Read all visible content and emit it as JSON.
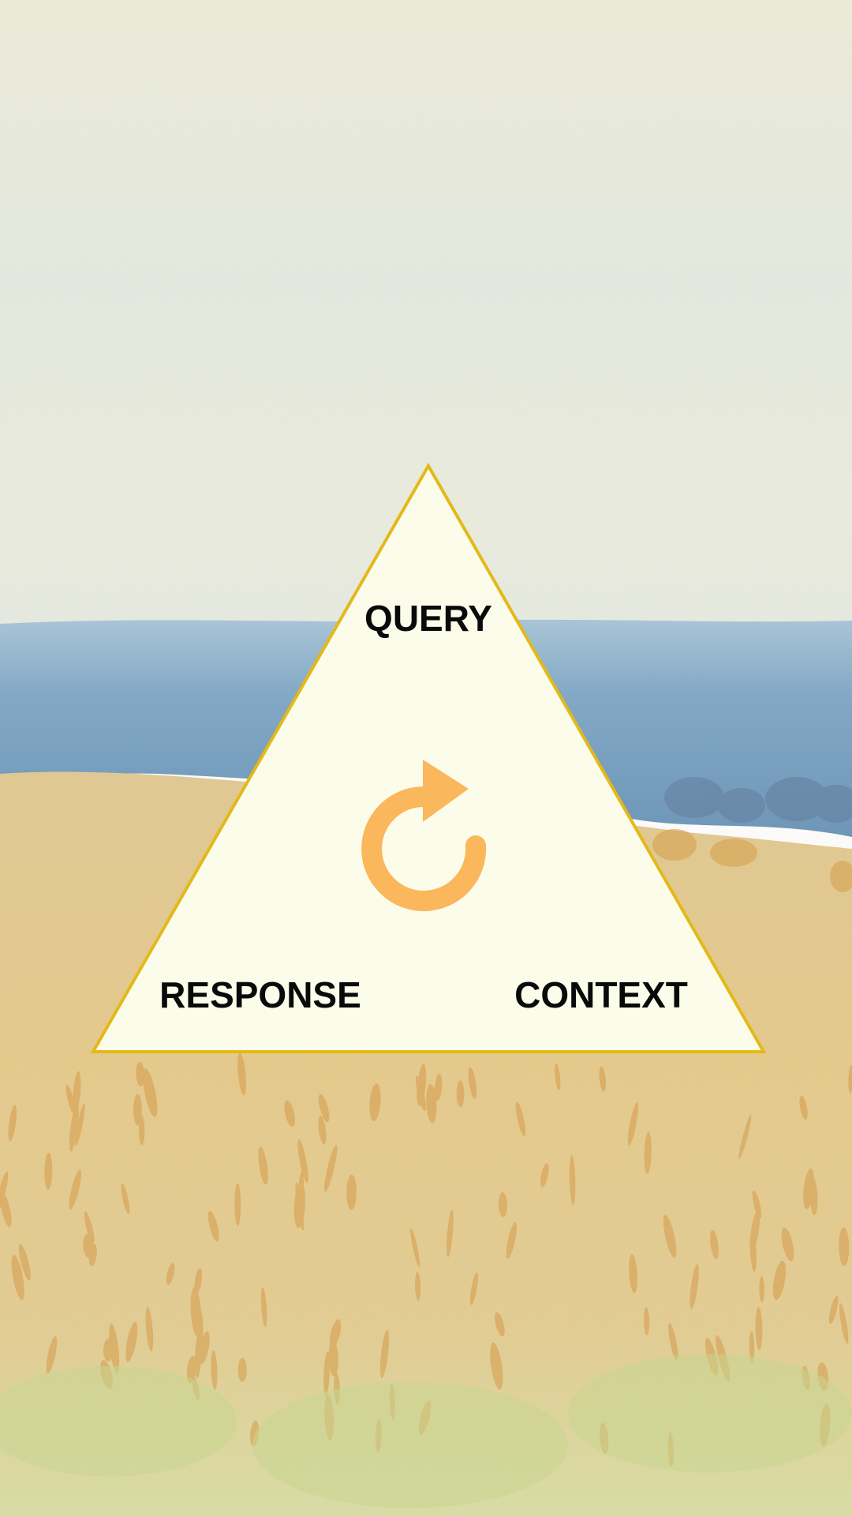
{
  "diagram": {
    "labels": {
      "top": "QUERY",
      "bottom_left": "RESPONSE",
      "bottom_right": "CONTEXT"
    },
    "center_icon": "refresh-cycle-icon",
    "colors": {
      "triangle_fill": "#FCFCEA",
      "triangle_stroke": "#E3B91A",
      "icon": "#FBB75B",
      "label_text": "#0A0A0A"
    }
  },
  "background": {
    "scene": "watercolor-wheat-field-icon",
    "colors": {
      "sky_top": "#EFEFDF",
      "sky_low": "#E9ECE0",
      "horizon_blue": "#6F9EC2",
      "field_gold": "#E4C98D",
      "field_green": "#D6DDA2"
    }
  }
}
